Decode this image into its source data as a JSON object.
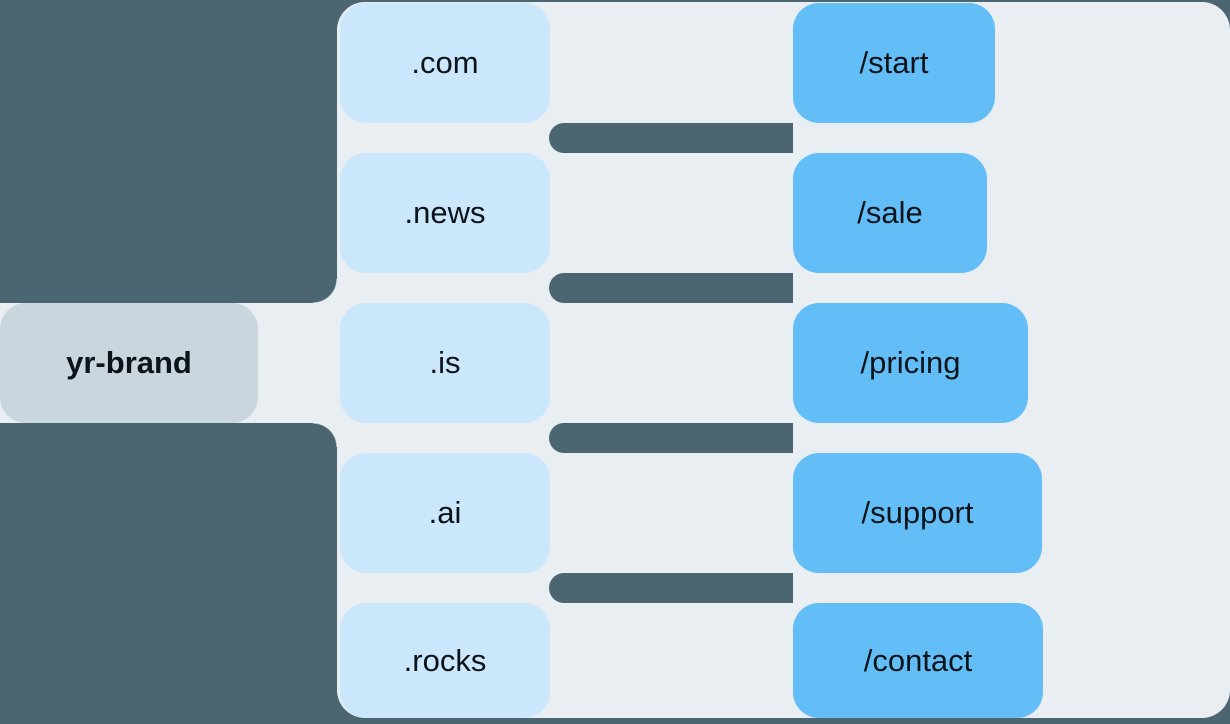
{
  "diagram": {
    "brand": {
      "label": "yr-brand"
    },
    "tlds": [
      {
        "label": ".com"
      },
      {
        "label": ".news"
      },
      {
        "label": ".is"
      },
      {
        "label": ".ai"
      },
      {
        "label": ".rocks"
      }
    ],
    "paths": [
      {
        "label": "/start"
      },
      {
        "label": "/sale"
      },
      {
        "label": "/pricing"
      },
      {
        "label": "/support"
      },
      {
        "label": "/contact"
      }
    ],
    "connector_count": 4
  },
  "colors": {
    "background": "#4b6571",
    "panel": "#e9eef2",
    "brand_chip": "#cad6dd",
    "tld_chip": "#cbe7fc",
    "path_chip": "#63bef7",
    "connector_bar": "#4b6571",
    "text": "#0d1419"
  }
}
